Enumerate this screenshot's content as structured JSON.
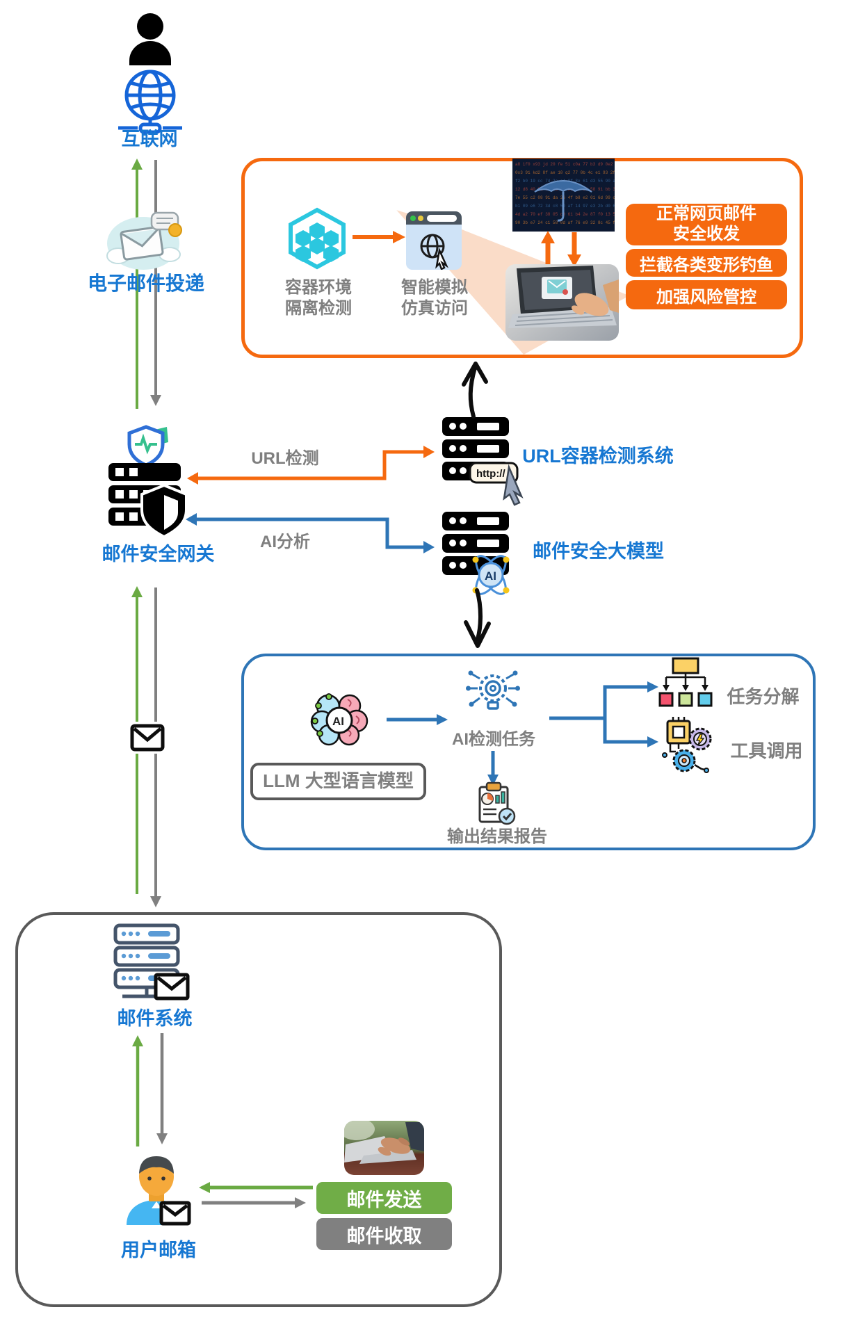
{
  "diagram": {
    "internet_label": "互联网",
    "email_delivery_label": "电子邮件投递",
    "gateway_label": "邮件安全网关",
    "url_check_label": "URL检测",
    "ai_analysis_label": "AI分析",
    "url_system_label": "URL容器检测系统",
    "http_tag": "http://",
    "model_label": "邮件安全大模型",
    "ai_badge": "AI"
  },
  "sandbox_panel": {
    "container_env_line1": "容器环境",
    "container_env_line2": "隔离检测",
    "simulate_line1": "智能模拟",
    "simulate_line2": "仿真访问",
    "results": [
      {
        "line1": "正常网页邮件",
        "line2": "安全收发"
      },
      {
        "label": "拦截各类变形钓鱼"
      },
      {
        "label": "加强风险管控"
      }
    ]
  },
  "llm_panel": {
    "ai_brain_badge": "AI",
    "llm_label": "LLM 大型语言模型",
    "ai_task_label": "AI检测任务",
    "task_decompose_label": "任务分解",
    "tool_invoke_label": "工具调用",
    "report_label": "输出结果报告"
  },
  "mail_panel": {
    "mail_system_label": "邮件系统",
    "user_mailbox_label": "用户邮箱",
    "send_button": "邮件发送",
    "receive_button": "邮件收取"
  },
  "colors": {
    "orange": "#f5690f",
    "blue_accent": "#2e75b6",
    "label_blue": "#1677d2",
    "label_gray": "#7f7f7f",
    "green": "#6aaa43",
    "arrow_gray": "#808080",
    "button_green": "#70ad47",
    "button_gray": "#808080"
  }
}
